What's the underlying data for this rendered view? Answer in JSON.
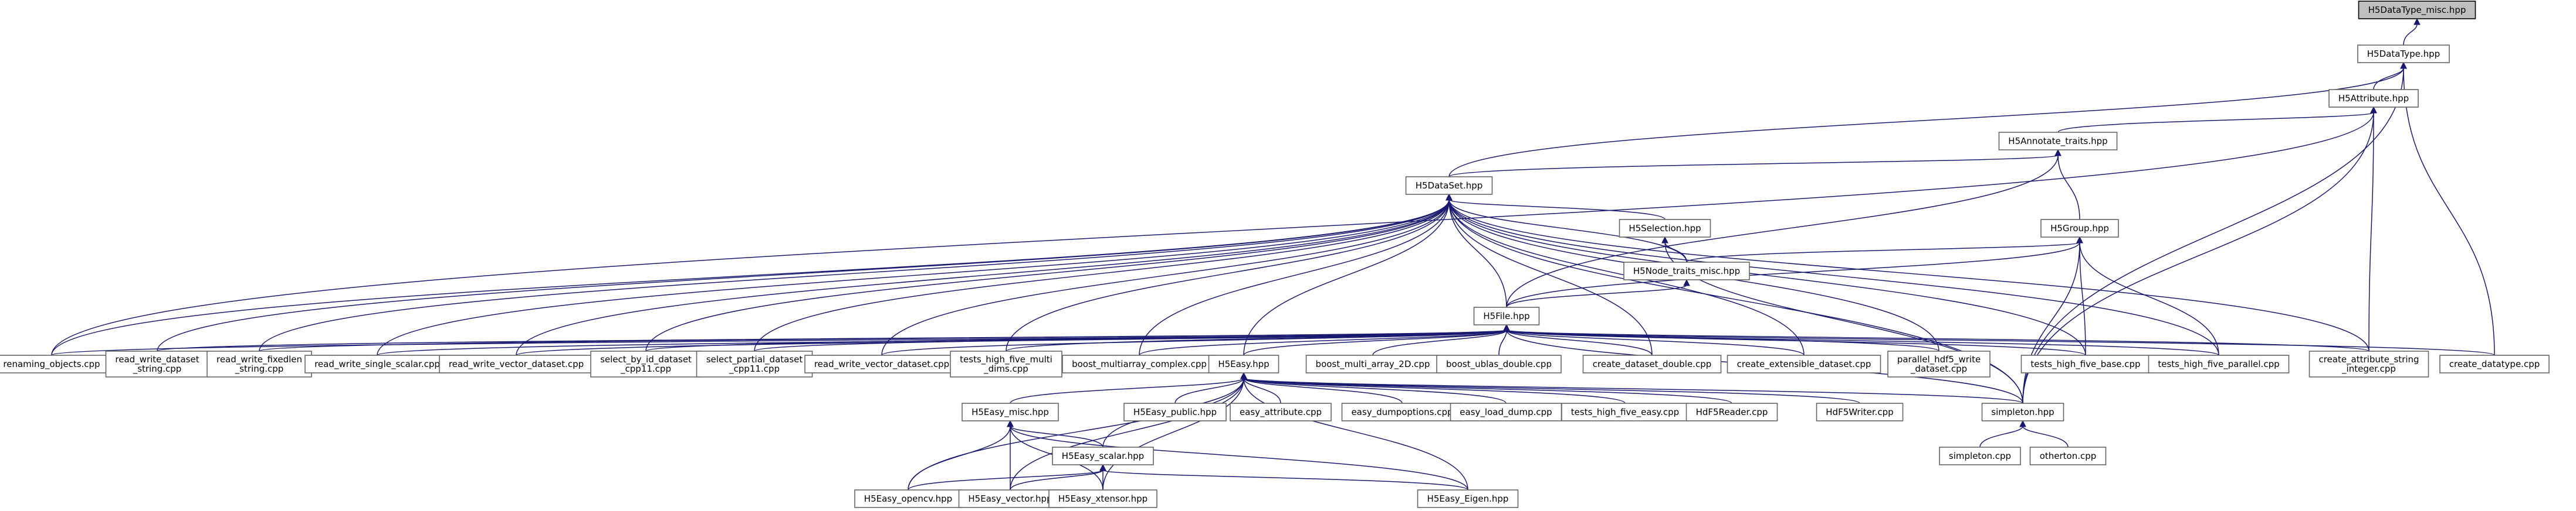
{
  "colors": {
    "edge": "#191970",
    "node_border": "#666666",
    "root_fill": "#bfbfbf",
    "root_border": "#000000",
    "background": "#ffffff"
  },
  "nodes": [
    {
      "id": "n_dt_misc",
      "label": [
        "H5DataType_misc.hpp"
      ],
      "root": true
    },
    {
      "id": "n_dt",
      "label": [
        "H5DataType.hpp"
      ]
    },
    {
      "id": "n_attr",
      "label": [
        "H5Attribute.hpp"
      ]
    },
    {
      "id": "n_annot",
      "label": [
        "H5Annotate_traits.hpp"
      ]
    },
    {
      "id": "n_dataset",
      "label": [
        "H5DataSet.hpp"
      ]
    },
    {
      "id": "n_selection",
      "label": [
        "H5Selection.hpp"
      ]
    },
    {
      "id": "n_group",
      "label": [
        "H5Group.hpp"
      ]
    },
    {
      "id": "n_node_traits",
      "label": [
        "H5Node_traits_misc.hpp"
      ]
    },
    {
      "id": "n_file",
      "label": [
        "H5File.hpp"
      ]
    },
    {
      "id": "n_renaming",
      "label": [
        "renaming_objects.cpp"
      ]
    },
    {
      "id": "n_rw_ds_string",
      "label": [
        "read_write_dataset",
        "_string.cpp"
      ]
    },
    {
      "id": "n_rw_fixedlen",
      "label": [
        "read_write_fixedlen",
        "_string.cpp"
      ]
    },
    {
      "id": "n_rw_single_scalar",
      "label": [
        "read_write_single_scalar.cpp"
      ]
    },
    {
      "id": "n_rw_vector_dataset",
      "label": [
        "read_write_vector_dataset.cpp"
      ]
    },
    {
      "id": "n_select_by_id",
      "label": [
        "select_by_id_dataset",
        "_cpp11.cpp"
      ]
    },
    {
      "id": "n_select_partial",
      "label": [
        "select_partial_dataset",
        "_cpp11.cpp"
      ]
    },
    {
      "id": "n_rw_vector_dataset2",
      "label": [
        "read_write_vector_dataset.cpp"
      ]
    },
    {
      "id": "n_tests_multi_dims",
      "label": [
        "tests_high_five_multi",
        "_dims.cpp"
      ]
    },
    {
      "id": "n_boost_multiarray",
      "label": [
        "boost_multiarray_complex.cpp"
      ]
    },
    {
      "id": "n_easy",
      "label": [
        "H5Easy.hpp"
      ]
    },
    {
      "id": "n_boost_multi_2d",
      "label": [
        "boost_multi_array_2D.cpp"
      ]
    },
    {
      "id": "n_boost_ublas",
      "label": [
        "boost_ublas_double.cpp"
      ]
    },
    {
      "id": "n_create_ds_double",
      "label": [
        "create_dataset_double.cpp"
      ]
    },
    {
      "id": "n_create_ext",
      "label": [
        "create_extensible_dataset.cpp"
      ]
    },
    {
      "id": "n_parallel_write",
      "label": [
        "parallel_hdf5_write",
        "_dataset.cpp"
      ]
    },
    {
      "id": "n_tests_base",
      "label": [
        "tests_high_five_base.cpp"
      ]
    },
    {
      "id": "n_tests_parallel",
      "label": [
        "tests_high_five_parallel.cpp"
      ]
    },
    {
      "id": "n_create_attr_string",
      "label": [
        "create_attribute_string",
        "_integer.cpp"
      ]
    },
    {
      "id": "n_create_datatype",
      "label": [
        "create_datatype.cpp"
      ]
    },
    {
      "id": "n_easy_misc",
      "label": [
        "H5Easy_misc.hpp"
      ]
    },
    {
      "id": "n_easy_public",
      "label": [
        "H5Easy_public.hpp"
      ]
    },
    {
      "id": "n_easy_attribute",
      "label": [
        "easy_attribute.cpp"
      ]
    },
    {
      "id": "n_easy_dumpoptions",
      "label": [
        "easy_dumpoptions.cpp"
      ]
    },
    {
      "id": "n_easy_load_dump",
      "label": [
        "easy_load_dump.cpp"
      ]
    },
    {
      "id": "n_tests_easy",
      "label": [
        "tests_high_five_easy.cpp"
      ]
    },
    {
      "id": "n_hdf5reader",
      "label": [
        "HdF5Reader.cpp"
      ]
    },
    {
      "id": "n_hdf5writer",
      "label": [
        "HdF5Writer.cpp"
      ]
    },
    {
      "id": "n_simpleton_hpp",
      "label": [
        "simpleton.hpp"
      ]
    },
    {
      "id": "n_easy_scalar",
      "label": [
        "H5Easy_scalar.hpp"
      ]
    },
    {
      "id": "n_simpleton_cpp",
      "label": [
        "simpleton.cpp"
      ]
    },
    {
      "id": "n_otherton",
      "label": [
        "otherton.cpp"
      ]
    },
    {
      "id": "n_easy_opencv",
      "label": [
        "H5Easy_opencv.hpp"
      ]
    },
    {
      "id": "n_easy_vector",
      "label": [
        "H5Easy_vector.hpp"
      ]
    },
    {
      "id": "n_easy_xtensor",
      "label": [
        "H5Easy_xtensor.hpp"
      ]
    },
    {
      "id": "n_easy_eigen",
      "label": [
        "H5Easy_Eigen.hpp"
      ]
    }
  ],
  "edges": [
    [
      "n_dt_misc",
      "n_dt"
    ],
    [
      "n_dt",
      "n_attr"
    ],
    [
      "n_dt",
      "n_dataset"
    ],
    [
      "n_dt",
      "n_create_datatype"
    ],
    [
      "n_dt",
      "n_simpleton_hpp"
    ],
    [
      "n_attr",
      "n_annot"
    ],
    [
      "n_attr",
      "n_create_attr_string"
    ],
    [
      "n_attr",
      "n_renaming"
    ],
    [
      "n_attr",
      "n_simpleton_hpp"
    ],
    [
      "n_annot",
      "n_dataset"
    ],
    [
      "n_annot",
      "n_group"
    ],
    [
      "n_annot",
      "n_file"
    ],
    [
      "n_dataset",
      "n_selection"
    ],
    [
      "n_dataset",
      "n_node_traits"
    ],
    [
      "n_dataset",
      "n_file"
    ],
    [
      "n_dataset",
      "n_renaming"
    ],
    [
      "n_dataset",
      "n_rw_ds_string"
    ],
    [
      "n_dataset",
      "n_rw_fixedlen"
    ],
    [
      "n_dataset",
      "n_rw_single_scalar"
    ],
    [
      "n_dataset",
      "n_rw_vector_dataset"
    ],
    [
      "n_dataset",
      "n_select_by_id"
    ],
    [
      "n_dataset",
      "n_select_partial"
    ],
    [
      "n_dataset",
      "n_rw_vector_dataset2"
    ],
    [
      "n_dataset",
      "n_tests_multi_dims"
    ],
    [
      "n_dataset",
      "n_boost_multiarray"
    ],
    [
      "n_dataset",
      "n_easy"
    ],
    [
      "n_dataset",
      "n_create_ds_double"
    ],
    [
      "n_dataset",
      "n_create_ext"
    ],
    [
      "n_dataset",
      "n_parallel_write"
    ],
    [
      "n_dataset",
      "n_tests_base"
    ],
    [
      "n_dataset",
      "n_tests_parallel"
    ],
    [
      "n_dataset",
      "n_create_attr_string"
    ],
    [
      "n_dataset",
      "n_simpleton_hpp"
    ],
    [
      "n_selection",
      "n_node_traits"
    ],
    [
      "n_selection",
      "n_simpleton_hpp"
    ],
    [
      "n_group",
      "n_node_traits"
    ],
    [
      "n_group",
      "n_file"
    ],
    [
      "n_group",
      "n_tests_base"
    ],
    [
      "n_group",
      "n_tests_parallel"
    ],
    [
      "n_group",
      "n_simpleton_hpp"
    ],
    [
      "n_node_traits",
      "n_file"
    ],
    [
      "n_file",
      "n_renaming"
    ],
    [
      "n_file",
      "n_rw_ds_string"
    ],
    [
      "n_file",
      "n_rw_fixedlen"
    ],
    [
      "n_file",
      "n_rw_single_scalar"
    ],
    [
      "n_file",
      "n_rw_vector_dataset"
    ],
    [
      "n_file",
      "n_select_by_id"
    ],
    [
      "n_file",
      "n_select_partial"
    ],
    [
      "n_file",
      "n_rw_vector_dataset2"
    ],
    [
      "n_file",
      "n_tests_multi_dims"
    ],
    [
      "n_file",
      "n_boost_multiarray"
    ],
    [
      "n_file",
      "n_easy"
    ],
    [
      "n_file",
      "n_boost_multi_2d"
    ],
    [
      "n_file",
      "n_boost_ublas"
    ],
    [
      "n_file",
      "n_create_ds_double"
    ],
    [
      "n_file",
      "n_create_ext"
    ],
    [
      "n_file",
      "n_parallel_write"
    ],
    [
      "n_file",
      "n_tests_base"
    ],
    [
      "n_file",
      "n_tests_parallel"
    ],
    [
      "n_file",
      "n_create_attr_string"
    ],
    [
      "n_file",
      "n_create_datatype"
    ],
    [
      "n_file",
      "n_simpleton_hpp"
    ],
    [
      "n_easy",
      "n_easy_misc"
    ],
    [
      "n_easy",
      "n_easy_public"
    ],
    [
      "n_easy",
      "n_easy_attribute"
    ],
    [
      "n_easy",
      "n_easy_dumpoptions"
    ],
    [
      "n_easy",
      "n_easy_load_dump"
    ],
    [
      "n_easy",
      "n_tests_easy"
    ],
    [
      "n_easy",
      "n_hdf5reader"
    ],
    [
      "n_easy",
      "n_hdf5writer"
    ],
    [
      "n_easy",
      "n_simpleton_hpp"
    ],
    [
      "n_easy",
      "n_easy_scalar"
    ],
    [
      "n_easy",
      "n_easy_opencv"
    ],
    [
      "n_easy",
      "n_easy_vector"
    ],
    [
      "n_easy",
      "n_easy_xtensor"
    ],
    [
      "n_easy",
      "n_easy_eigen"
    ],
    [
      "n_easy_misc",
      "n_easy_scalar"
    ],
    [
      "n_easy_misc",
      "n_easy_opencv"
    ],
    [
      "n_easy_misc",
      "n_easy_vector"
    ],
    [
      "n_easy_misc",
      "n_easy_xtensor"
    ],
    [
      "n_easy_misc",
      "n_easy_eigen"
    ],
    [
      "n_easy_scalar",
      "n_easy_opencv"
    ],
    [
      "n_easy_scalar",
      "n_easy_vector"
    ],
    [
      "n_easy_scalar",
      "n_easy_xtensor"
    ],
    [
      "n_easy_scalar",
      "n_easy_eigen"
    ],
    [
      "n_simpleton_hpp",
      "n_simpleton_cpp"
    ],
    [
      "n_simpleton_hpp",
      "n_otherton"
    ]
  ]
}
